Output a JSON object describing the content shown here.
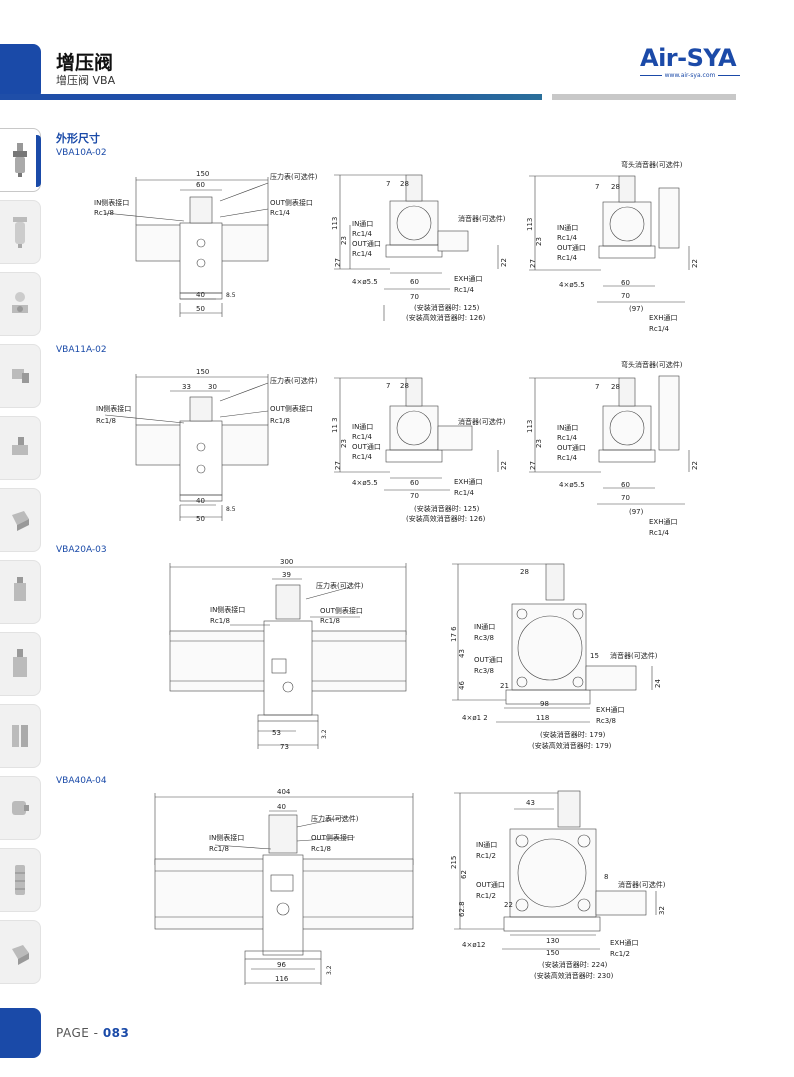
{
  "header": {
    "title": "增压阀",
    "subtitle": "增压阀 VBA",
    "logo_text": "Air-SYA",
    "logo_url": "www.air-sya.com"
  },
  "section_title": "外形尺寸",
  "models": [
    {
      "name": "VBA10A-02",
      "front": {
        "width": "150",
        "mid": "60",
        "gauge": "压力表(可选件)",
        "in_label": "IN侧表接口",
        "in_size": "Rc1/8",
        "out_label": "OUT侧表接口",
        "out_size": "Rc1/4",
        "base1": "40",
        "base2": "50",
        "h": "8.5"
      },
      "side1": {
        "w1": "7",
        "w2": "28",
        "total": "113",
        "h23": "23",
        "h27": "27",
        "in": "IN通口",
        "in_size": "Rc1/4",
        "out": "OUT通口",
        "out_size": "Rc1/4",
        "muffler": "消音器(可选件)",
        "exh": "EXH通口",
        "exh_size": "Rc1/4",
        "holes": "4×ø5.5",
        "b60": "60",
        "b70": "70",
        "h22": "22",
        "note1": "(安装消音器时: 125)",
        "note2": "(安装高效消音器时: 126)"
      },
      "side2": {
        "elbow": "弯头消音器(可选件)",
        "w1": "7",
        "w2": "28",
        "total": "113",
        "h23": "23",
        "h27": "27",
        "in": "IN通口",
        "in_size": "Rc1/4",
        "out": "OUT通口",
        "out_size": "Rc1/4",
        "holes": "4×ø5.5",
        "b60": "60",
        "b70": "70",
        "b97": "(97)",
        "h22": "22",
        "exh": "EXH通口",
        "exh_size": "Rc1/4"
      }
    },
    {
      "name": "VBA11A-02",
      "front": {
        "width": "150",
        "a": "33",
        "b": "30",
        "gauge": "压力表(可选件)",
        "in_label": "IN侧表接口",
        "in_size": "Rc1/8",
        "out_label": "OUT侧表接口",
        "out_size": "Rc1/8",
        "base1": "40",
        "base2": "50",
        "h": "8.5"
      },
      "side1": {
        "w1": "7",
        "w2": "28",
        "total": "11 3",
        "h23": "23",
        "h27": "27",
        "in": "IN通口",
        "in_size": "Rc1/4",
        "out": "OUT通口",
        "out_size": "Rc1/4",
        "muffler": "消音器(可选件)",
        "exh": "EXH通口",
        "exh_size": "Rc1/4",
        "holes": "4×ø5.5",
        "b60": "60",
        "b70": "70",
        "h22": "22",
        "note1": "(安装消音器时: 125)",
        "note2": "(安装高效消音器时: 126)"
      },
      "side2": {
        "elbow": "弯头消音器(可选件)",
        "w1": "7",
        "w2": "28",
        "total": "113",
        "h23": "23",
        "h27": "27",
        "in": "IN通口",
        "in_size": "Rc1/4",
        "out": "OUT通口",
        "out_size": "Rc1/4",
        "holes": "4×ø5.5",
        "b60": "60",
        "b70": "70",
        "b97": "(97)",
        "h22": "22",
        "exh": "EXH通口",
        "exh_size": "Rc1/4"
      }
    },
    {
      "name": "VBA20A-03",
      "front": {
        "width": "300",
        "mid": "39",
        "gauge": "压力表(可选件)",
        "in_label": "IN侧表接口",
        "in_size": "Rc1/8",
        "out_label": "OUT侧表接口",
        "out_size": "Rc1/8",
        "base1": "53",
        "base2": "73",
        "h": "3.2"
      },
      "side1": {
        "w2": "28",
        "total": "17 6",
        "h43": "43",
        "h46": "46",
        "in": "IN通口",
        "in_size": "Rc3/8",
        "out": "OUT通口",
        "out_size": "Rc3/8",
        "w15": "15",
        "muffler": "消音器(可选件)",
        "w21": "21",
        "h24": "24",
        "b98": "98",
        "b118": "118",
        "exh": "EXH通口",
        "exh_size": "Rc3/8",
        "holes": "4×ø1 2",
        "note1": "(安装消音器时: 179)",
        "note2": "(安装高效消音器时: 179)"
      }
    },
    {
      "name": "VBA40A-04",
      "front": {
        "width": "404",
        "mid": "40",
        "gauge": "压力表(可选件)",
        "in_label": "IN侧表接口",
        "in_size": "Rc1/8",
        "out_label": "OUT侧表接口",
        "out_size": "Rc1/8",
        "base1": "96",
        "base2": "116",
        "h": "3.2"
      },
      "side1": {
        "w43": "43",
        "total": "215",
        "h62": "62",
        "h628": "62.8",
        "in": "IN通口",
        "in_size": "Rc1/2",
        "out": "OUT通口",
        "out_size": "Rc1/2",
        "w8": "8",
        "muffler": "消音器(可选件)",
        "w22": "22",
        "h32": "32",
        "b130": "130",
        "b150": "150",
        "exh": "EXH通口",
        "exh_size": "Rc1/2",
        "holes": "4×ø12",
        "note1": "(安装消音器时: 224)",
        "note2": "(安装高效消音器时: 230)"
      }
    }
  ],
  "footer": {
    "page_prefix": "PAGE -",
    "page_number": "083"
  },
  "colors": {
    "brand": "#1a4aa8",
    "bar_gray": "#c8c8c8"
  }
}
